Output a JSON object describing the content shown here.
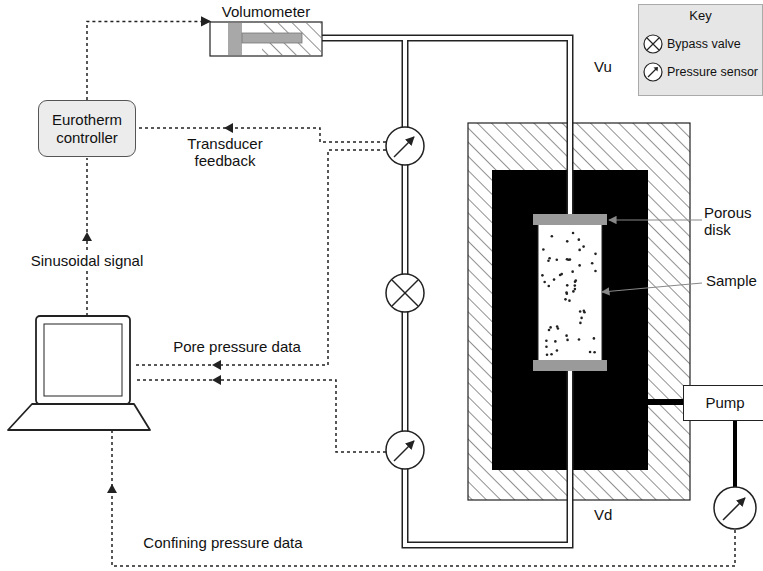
{
  "diagram": {
    "nodes": [
      {
        "text": [
          "Volumometer"
        ]
      },
      {
        "text": [
          "Eurotherm controller"
        ]
      },
      {
        "text": [
          "Pump"
        ]
      }
    ],
    "edges": [
      {
        "from": 1,
        "to": 0,
        "arrow": "to"
      }
    ],
    "labels": [
      "Transducer feedback",
      "Sinusoidal signal",
      "Pore pressure data",
      "Confining pressure data",
      "Vu",
      "Vd",
      "Porous disk",
      "Sample",
      "Key"
    ],
    "legend": [
      {
        "text": "Bypass valve"
      },
      {
        "text": "Pressure sensor"
      }
    ]
  }
}
